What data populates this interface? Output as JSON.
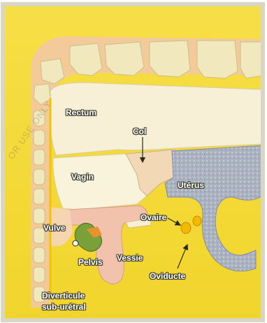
{
  "labels": {
    "rectum": "Rectum",
    "col": "Col",
    "vagin": "Vagin",
    "uterus": "Utérus",
    "vulve": "Vulve",
    "ovaire": "Ovaire",
    "pelvis": "Pelvis",
    "vessie": "Vessie",
    "oviducte": "Oviducte",
    "diverticule_line1": "Diverticule",
    "diverticule_line2": "sub-urétral"
  },
  "watermark": "OR USE ONLY",
  "colors": {
    "background": "#f5d832",
    "border": "#dcdccc",
    "bone": "#efe7b8",
    "tissue": "#f7eed4",
    "vessie": "#f3c2ac",
    "uterus": "#9aa6c6",
    "ovary": "#f3b800",
    "pelvis_bone": "#7aa03a",
    "arrow": "#2a2a1a"
  }
}
